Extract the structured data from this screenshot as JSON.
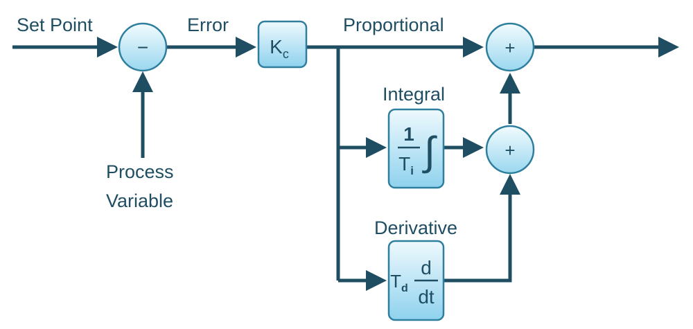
{
  "labels": {
    "set_point": "Set Point",
    "error": "Error",
    "proportional": "Proportional",
    "integral": "Integral",
    "derivative": "Derivative",
    "process": "Process",
    "variable": "Variable"
  },
  "blocks": {
    "gain_main": "K",
    "gain_sub": "c",
    "integral_num": "1",
    "integral_den_main": "T",
    "integral_den_sub": "i",
    "integral_sign": "∫",
    "derivative_main": "T",
    "derivative_sub": "d",
    "derivative_num": "d",
    "derivative_den": "dt"
  },
  "nodes": {
    "subtract_sign": "−",
    "add_sign": "+"
  }
}
